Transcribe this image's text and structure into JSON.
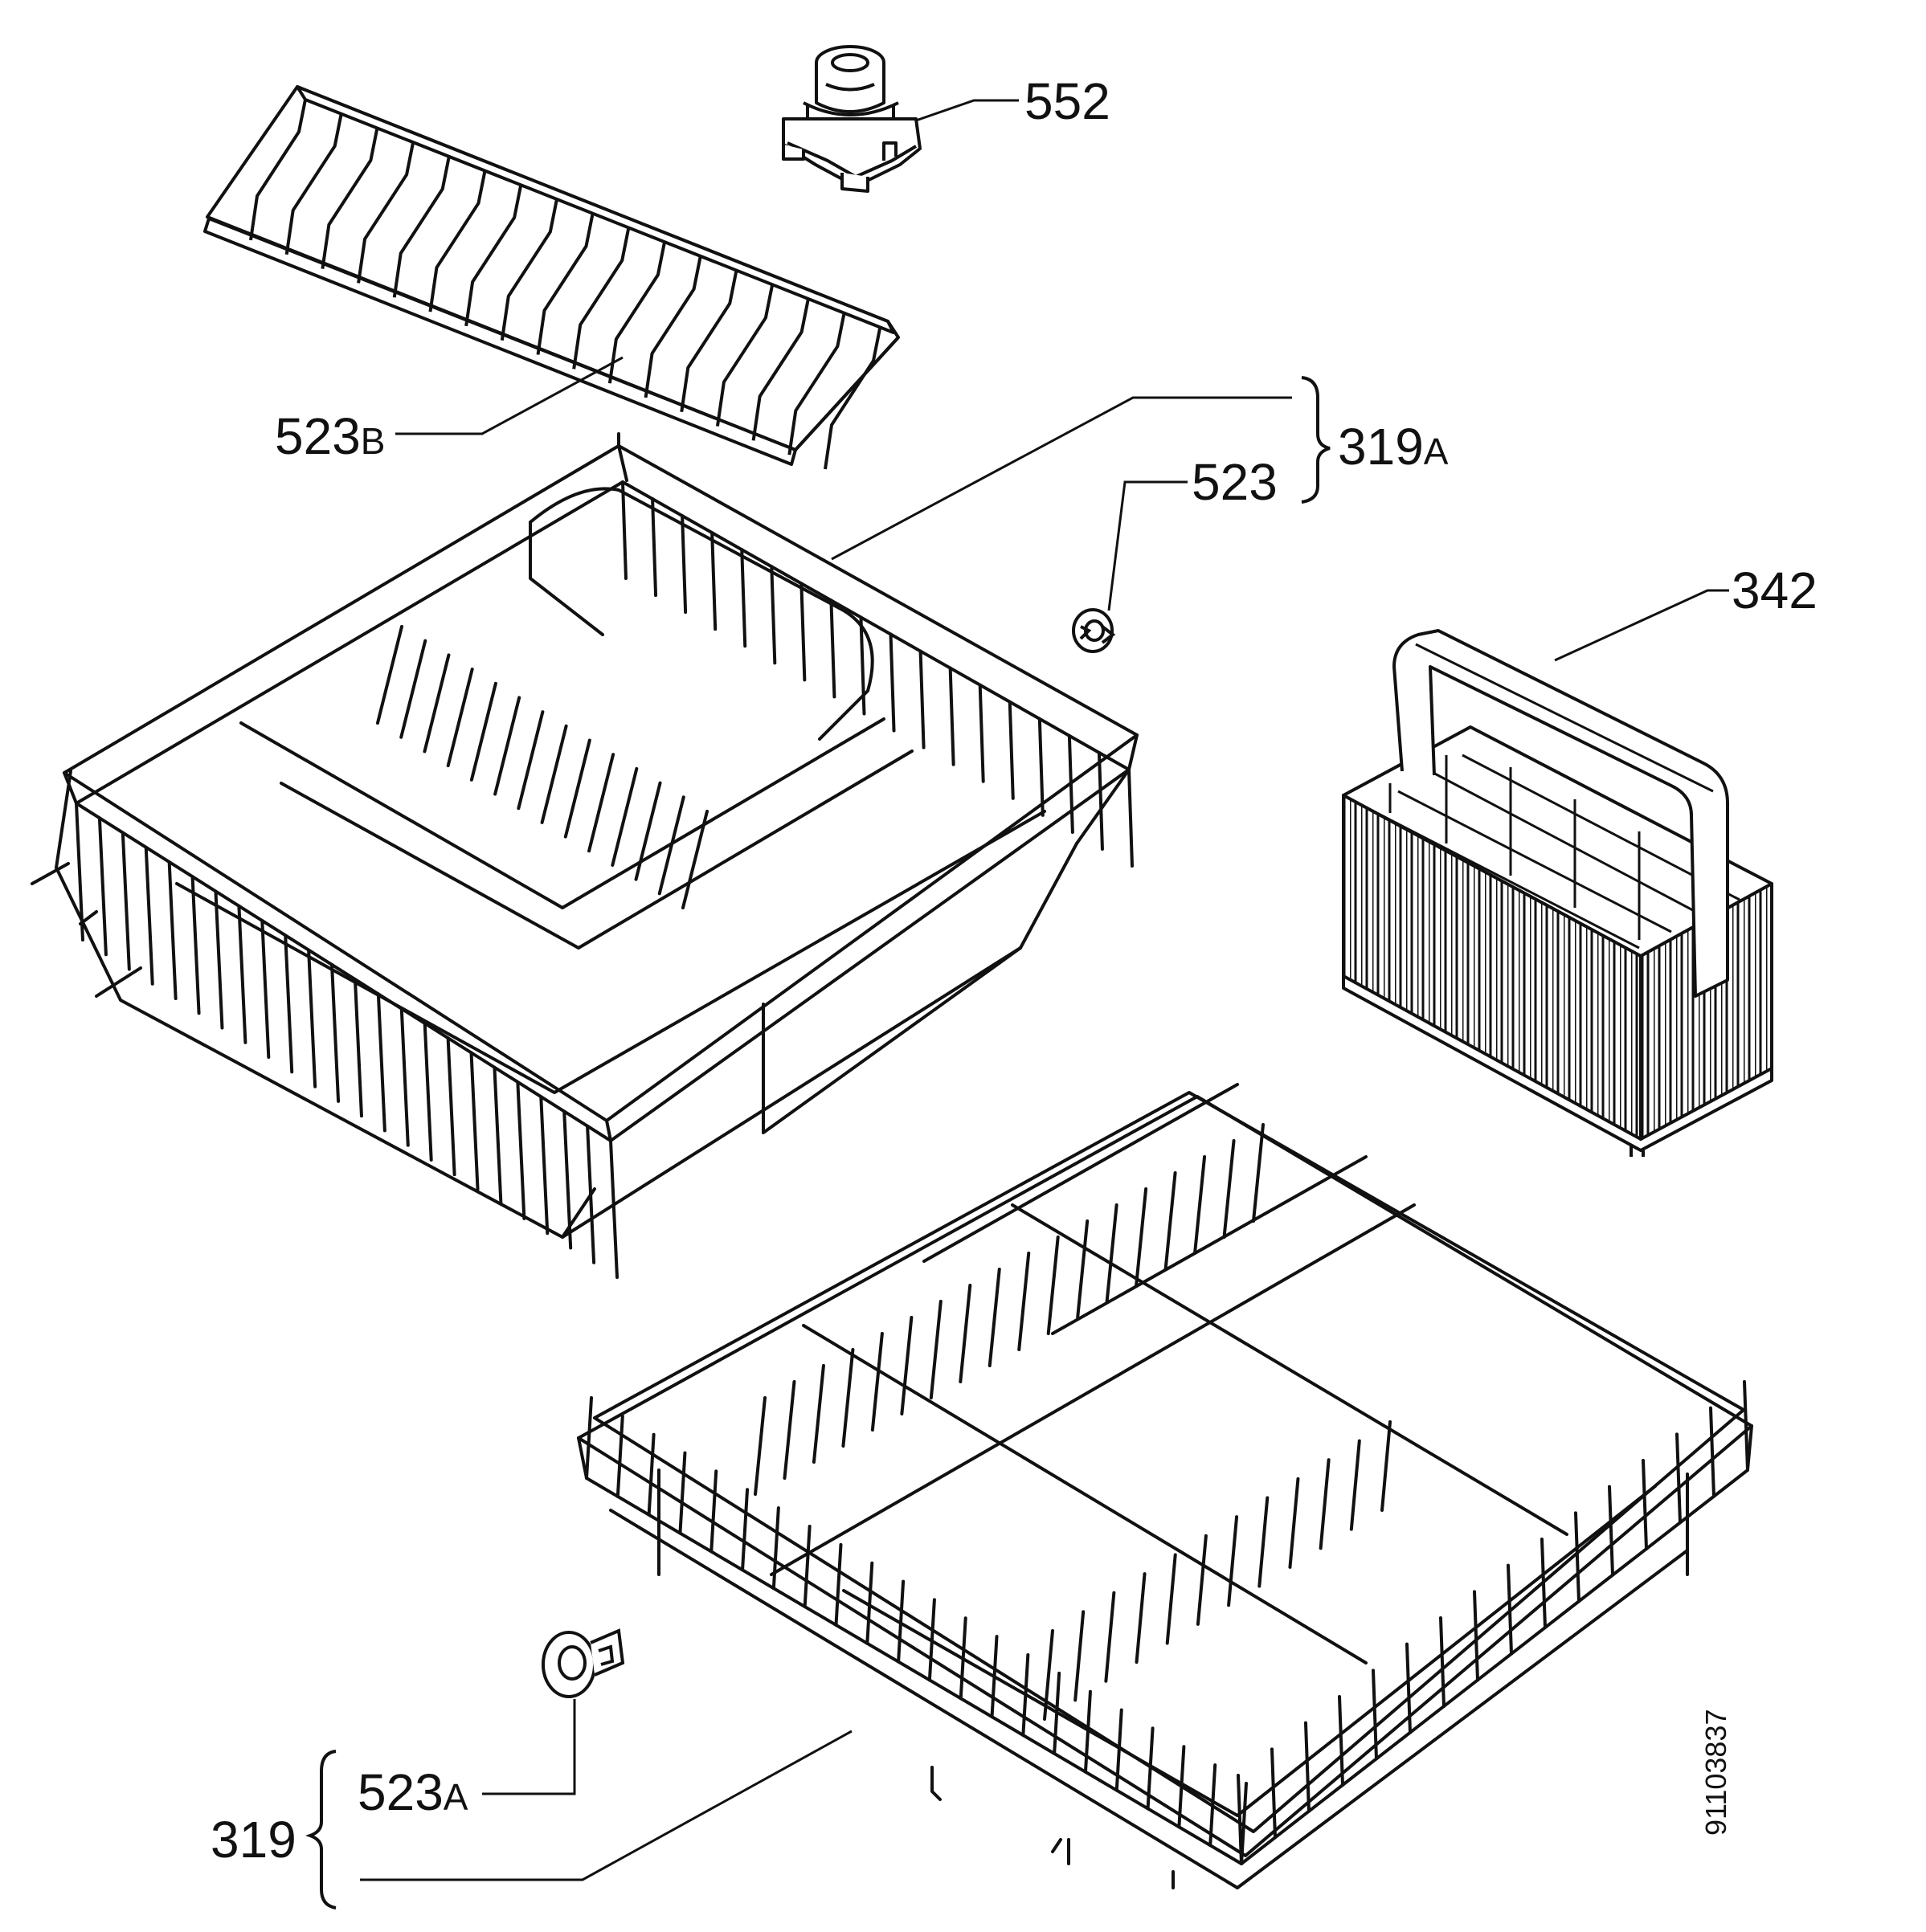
{
  "diagram": {
    "labels": {
      "552": {
        "num": "552",
        "suffix": ""
      },
      "523B": {
        "num": "523",
        "suffix": "B"
      },
      "319A": {
        "num": "319",
        "suffix": "A"
      },
      "523": {
        "num": "523",
        "suffix": ""
      },
      "342": {
        "num": "342",
        "suffix": ""
      },
      "523A": {
        "num": "523",
        "suffix": "A"
      },
      "319": {
        "num": "319",
        "suffix": ""
      }
    },
    "document_number": "91103837"
  }
}
